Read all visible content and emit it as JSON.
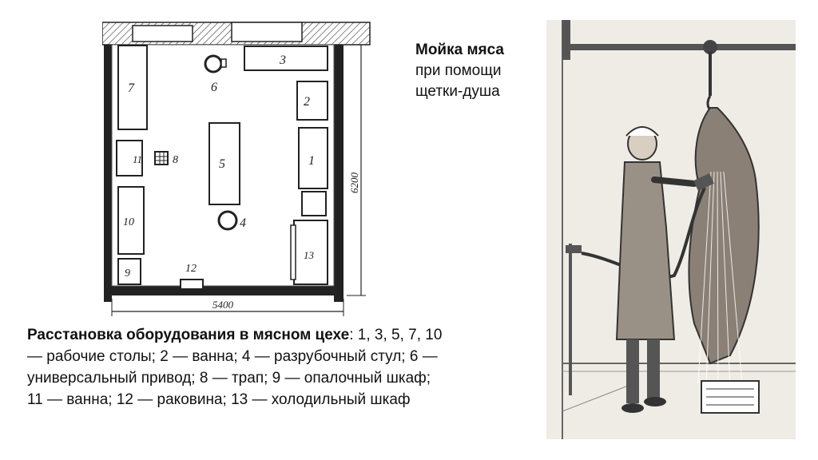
{
  "right_title": {
    "bold": "Мойка мяса",
    "line1": "при помощи",
    "line2": "щетки-душа"
  },
  "caption": {
    "bold": "Расстановка оборудования в мясном цехе",
    "colon": ":",
    "text": " 1, 3, 5, 7, 10 — рабочие столы; 2 — ванна; 4 — разрубочный стул; 6 — универсальный привод; 8 — трап; 9 — опалочный шкаф; 11 — ванна; 12 — раковина; 13 — холодильный шкаф"
  },
  "plan": {
    "dim_width": "5400",
    "dim_height": "6200",
    "labels": {
      "n1": "1",
      "n2": "2",
      "n3": "3",
      "n4": "4",
      "n5": "5",
      "n6": "6",
      "n7": "7",
      "n8": "8",
      "n9": "9",
      "n10": "10",
      "n11": "11",
      "n12": "12",
      "n13": "13"
    }
  }
}
